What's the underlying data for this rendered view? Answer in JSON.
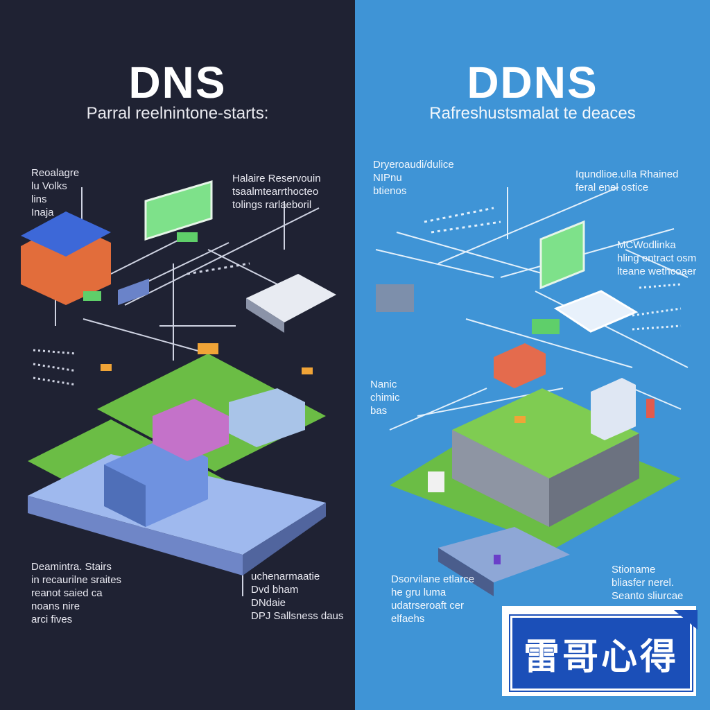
{
  "left": {
    "title": "DNS",
    "subtitle": "Parral reelnintone-starts:",
    "notes": [
      "Reoalagre\nlu Volks\nlins\nInaja",
      "Halaire Reservouin\ntsaalmtearrthocteo\ntolings rarlaeboril",
      "Deamintra. Stairs\nin recaurilne sraites\nreanot saied ca\nnoans nire\narci fives",
      "uchenarmaatie\nDvd bham\nDNdaie\nDPJ Sallsness daus"
    ]
  },
  "right": {
    "title": "DDNS",
    "subtitle": "Rafreshustsmalat te deaces",
    "notes": [
      "Dryeroaudi/dulice\nNIPnu\nbtienos",
      "Iqundlioe.ulla Rhained\nferal enel ostice",
      "MCWodlinka\nhling entract osm\nlteane wethcoaer",
      "Nanic\nchimic\nbas",
      "Dsorvilane etlarce\nhe gru luma\nudatrseroaft cer\nelfaehs",
      "Stioname\nbliasfer nerel.\nSeanto sliurcae"
    ]
  },
  "badge": {
    "text": "雷哥心得"
  },
  "colors": {
    "left_bg": "#1f2233",
    "right_bg": "#3f94d6",
    "grass": "#6bbd45",
    "badge_blue": "#1b4fb8"
  }
}
